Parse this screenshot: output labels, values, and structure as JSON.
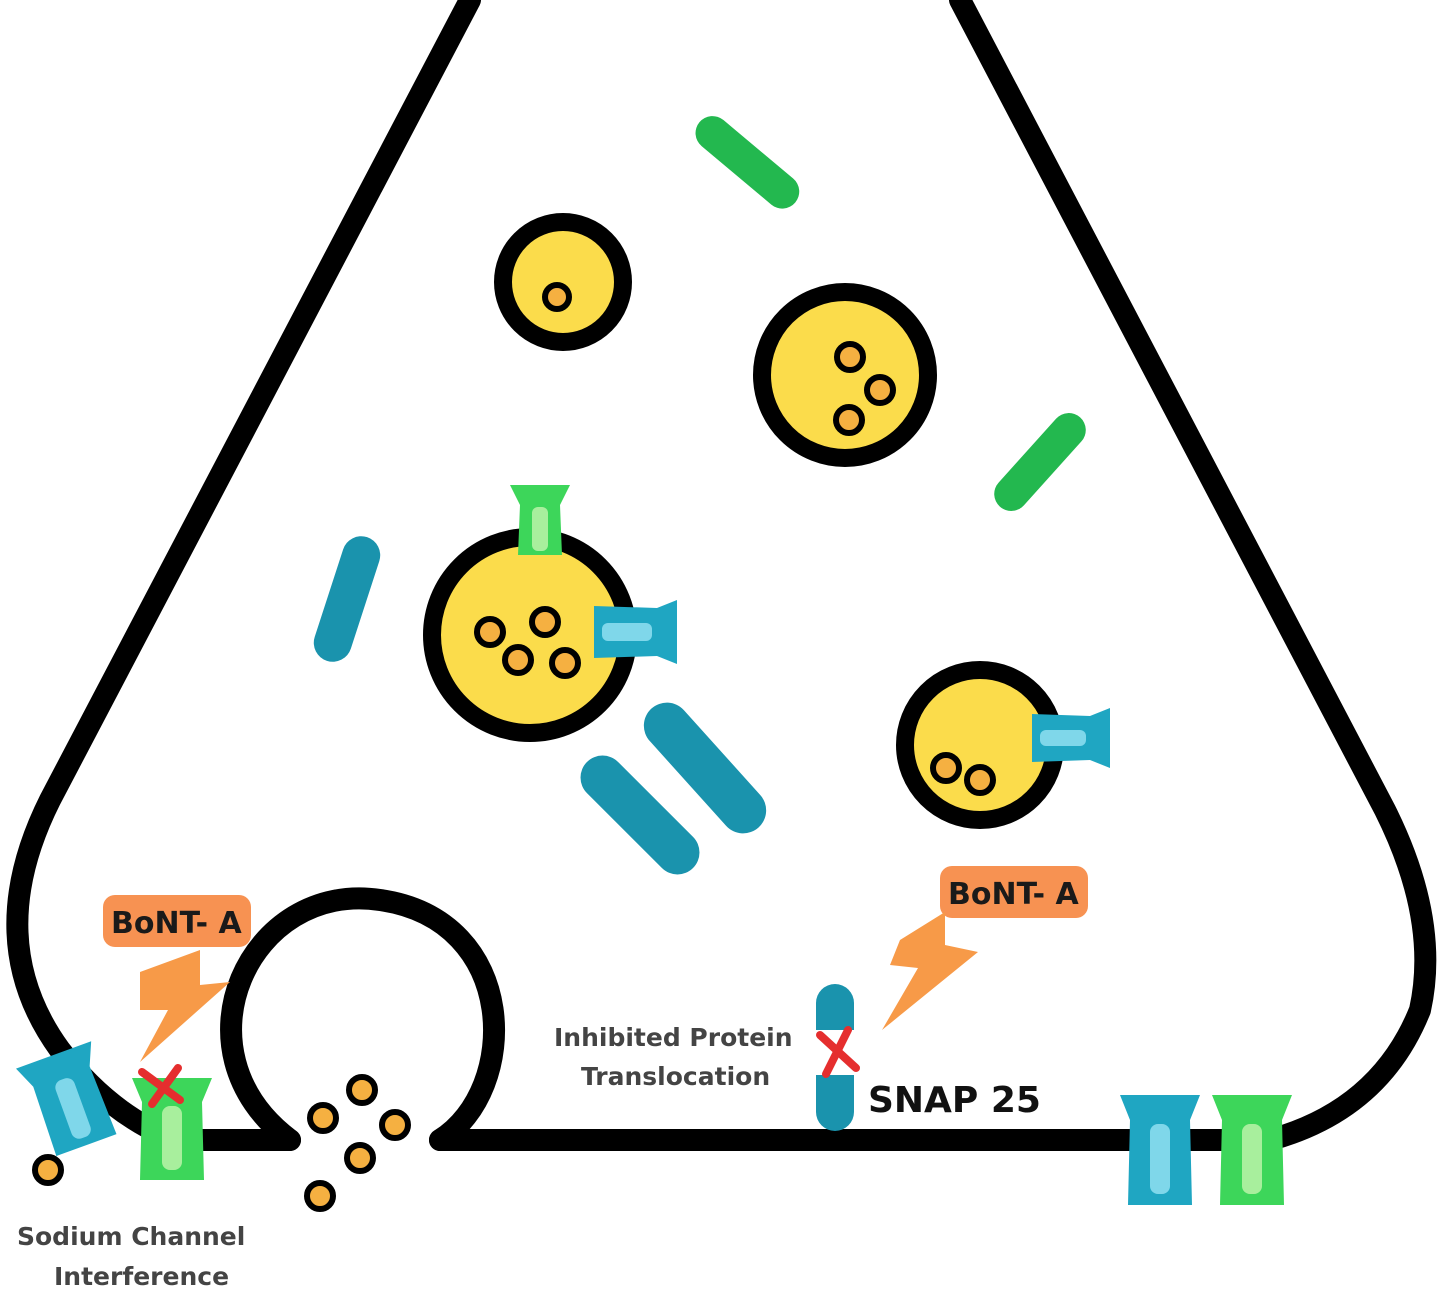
{
  "labels": {
    "bont_left": "BoNT- A",
    "bont_right": "BoNT- A",
    "inhibited_line1": "Inhibited Protein",
    "inhibited_line2": "Translocation",
    "snap25": "SNAP 25",
    "sodium_line1": "Sodium Channel",
    "sodium_line2": "Interference"
  },
  "colors": {
    "membrane": "#000000",
    "vesicle_fill": "#fbdc4b",
    "neurotransmitter": "#f5b041",
    "teal_protein": "#1a93ad",
    "teal_channel": "#1fa6c2",
    "green_protein": "#23b84f",
    "green_channel": "#3dd65a",
    "bont_badge": "#f79252",
    "bolt": "#f79a48",
    "cross": "#e52e2e"
  },
  "icons": [
    "lightning-bolt-icon",
    "red-x-icon",
    "ion-channel-icon"
  ]
}
